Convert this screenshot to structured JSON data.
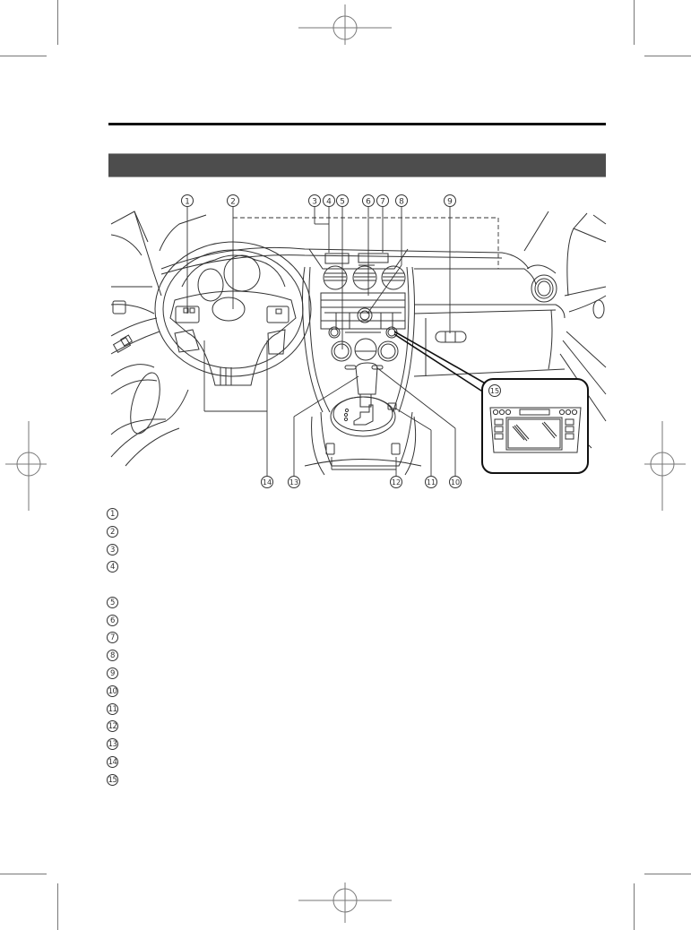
{
  "page": {
    "section_header": {
      "title": "",
      "bar_color": "#4d4d4d"
    },
    "rule_color": "#111111"
  },
  "illustration": {
    "subject": "vehicle-interior-dashboard",
    "callouts_top": [
      "1",
      "2",
      "3",
      "4",
      "5",
      "6",
      "7",
      "8",
      "9"
    ],
    "callouts_bottom": [
      "14",
      "13",
      "12",
      "11",
      "10"
    ],
    "inset": {
      "callout": "15",
      "subject": "audio-navigation-unit"
    }
  },
  "legend": {
    "items": [
      {
        "num": "1",
        "label": ""
      },
      {
        "num": "2",
        "label": ""
      },
      {
        "num": "3",
        "label": ""
      },
      {
        "num": "4",
        "label": ""
      },
      {
        "num": "5",
        "label": ""
      },
      {
        "num": "6",
        "label": ""
      },
      {
        "num": "7",
        "label": ""
      },
      {
        "num": "8",
        "label": ""
      },
      {
        "num": "9",
        "label": ""
      },
      {
        "num": "10",
        "label": ""
      },
      {
        "num": "11",
        "label": ""
      },
      {
        "num": "12",
        "label": ""
      },
      {
        "num": "13",
        "label": ""
      },
      {
        "num": "14",
        "label": ""
      },
      {
        "num": "15",
        "label": ""
      }
    ]
  }
}
